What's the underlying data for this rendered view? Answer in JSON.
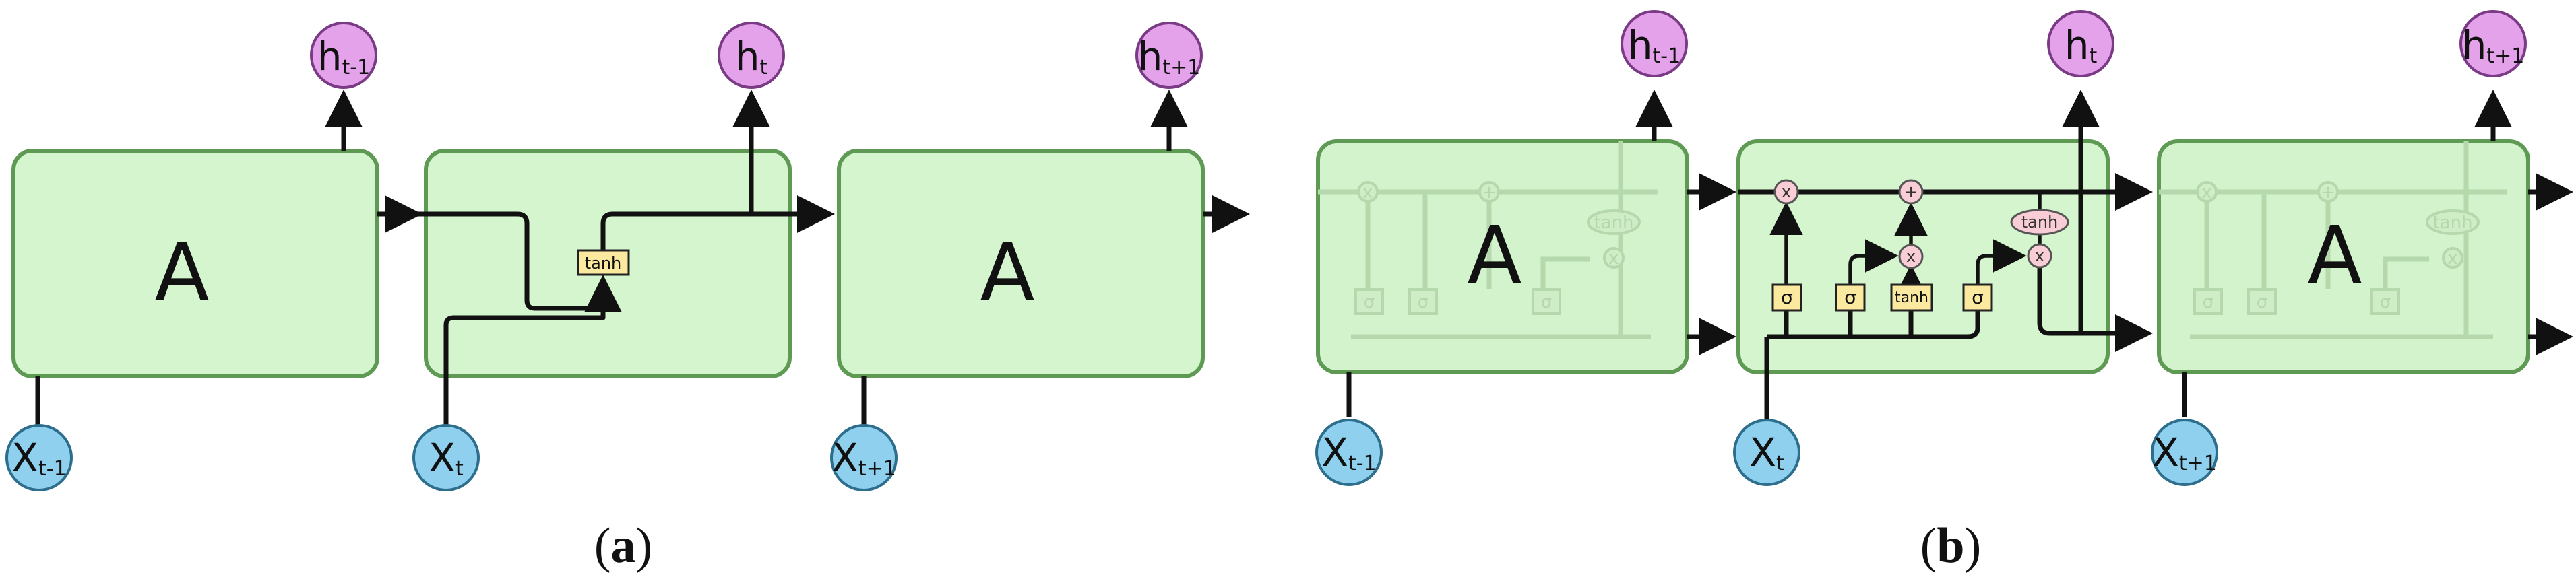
{
  "panel_a": {
    "cells": [
      {
        "label": "A"
      },
      {
        "gate": "tanh"
      },
      {
        "label": "A"
      }
    ],
    "outputs": [
      {
        "main": "h",
        "sub": "t-1"
      },
      {
        "main": "h",
        "sub": "t"
      },
      {
        "main": "h",
        "sub": "t+1"
      }
    ],
    "inputs": [
      {
        "main": "X",
        "sub": "t-1"
      },
      {
        "main": "X",
        "sub": "t"
      },
      {
        "main": "X",
        "sub": "t+1"
      }
    ],
    "caption": {
      "open": "(",
      "letter": "a",
      "close": ")"
    }
  },
  "panel_b": {
    "cells": [
      {
        "label": "A"
      },
      {
        "gates": [
          "σ",
          "σ",
          "tanh",
          "σ"
        ],
        "ops": [
          "x",
          "+",
          "x",
          "x"
        ],
        "tanh_label": "tanh"
      },
      {
        "label": "A"
      }
    ],
    "ghost_labels": {
      "ops": [
        "x",
        "+",
        "x"
      ],
      "gates": [
        "σ",
        "σ",
        "σ"
      ],
      "tanh": "tanh"
    },
    "outputs": [
      {
        "main": "h",
        "sub": "t-1"
      },
      {
        "main": "h",
        "sub": "t"
      },
      {
        "main": "h",
        "sub": "t+1"
      }
    ],
    "inputs": [
      {
        "main": "X",
        "sub": "t-1"
      },
      {
        "main": "X",
        "sub": "t"
      },
      {
        "main": "X",
        "sub": "t+1"
      }
    ],
    "caption": {
      "open": "(",
      "letter": "b",
      "close": ")"
    }
  },
  "colors": {
    "cell_fill": "#d5f5cf",
    "cell_stroke": "#5f9a55",
    "h_node": "#e3a2e9",
    "x_node": "#8ed0ee",
    "gate_fill": "#fbe9a0",
    "op_fill": "#f8cdd6"
  }
}
